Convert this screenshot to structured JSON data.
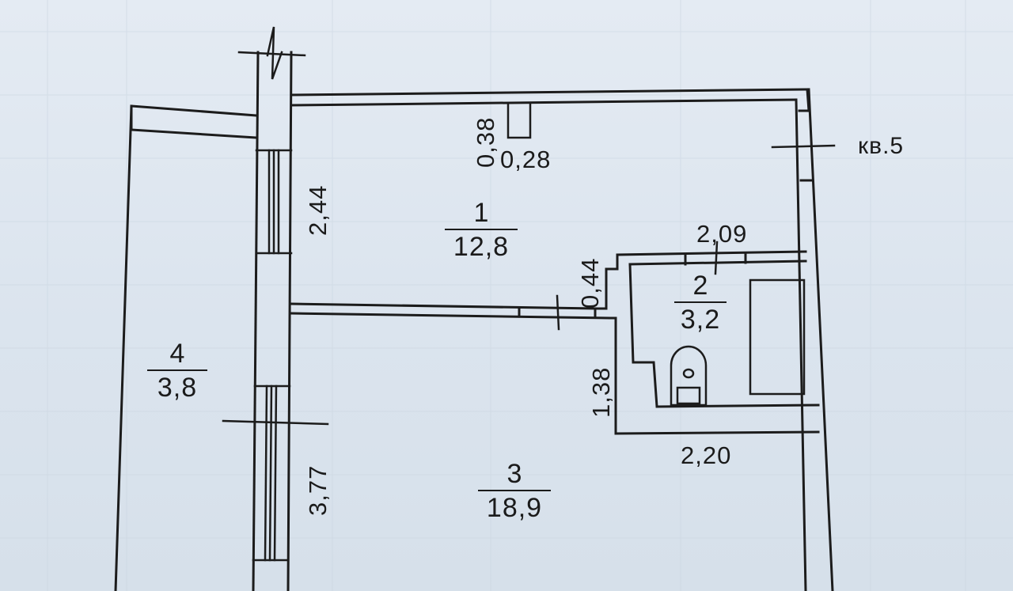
{
  "apartment_label": "кв.5",
  "rooms": [
    {
      "id": "room-1",
      "number": "1",
      "area": "12,8"
    },
    {
      "id": "room-2",
      "number": "2",
      "area": "3,2"
    },
    {
      "id": "room-3",
      "number": "3",
      "area": "18,9"
    },
    {
      "id": "room-4",
      "number": "4",
      "area": "3,8"
    }
  ],
  "dimensions": {
    "niche_depth": "0,38",
    "niche_width": "0,28",
    "room1_width": "2,44",
    "bath_width_top": "2,09",
    "partition_gap": "0,44",
    "bath_depth": "1,38",
    "bath_width_bottom": "2,20",
    "room3_width": "3,77"
  }
}
